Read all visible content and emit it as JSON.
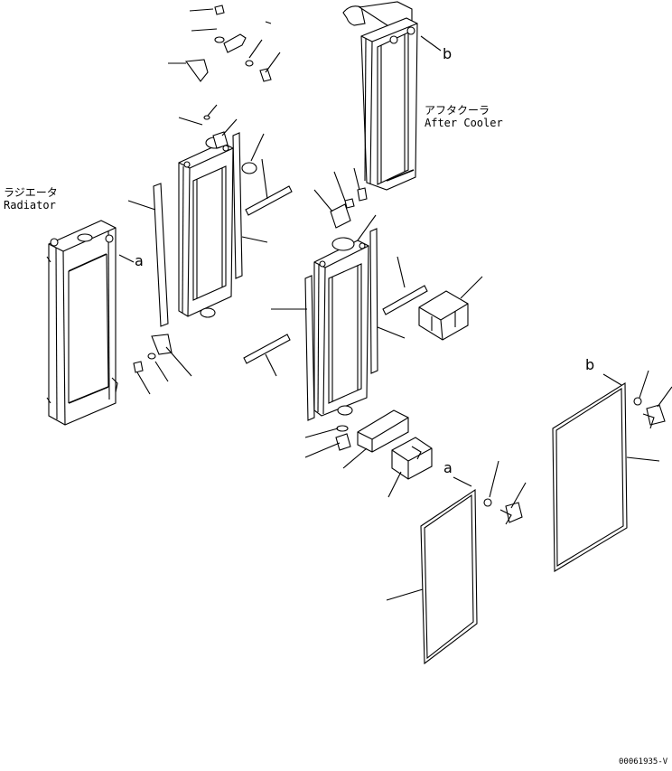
{
  "labels": {
    "radiator_jp": "ラジエータ",
    "radiator_en": "Radiator",
    "aftercooler_jp": "アフタクーラ",
    "aftercooler_en": "After Cooler",
    "ref_a_radiator": "a",
    "ref_a_net": "a",
    "ref_b_aftercooler": "b",
    "ref_b_net": "b",
    "drawing_code": "00061935-V"
  }
}
